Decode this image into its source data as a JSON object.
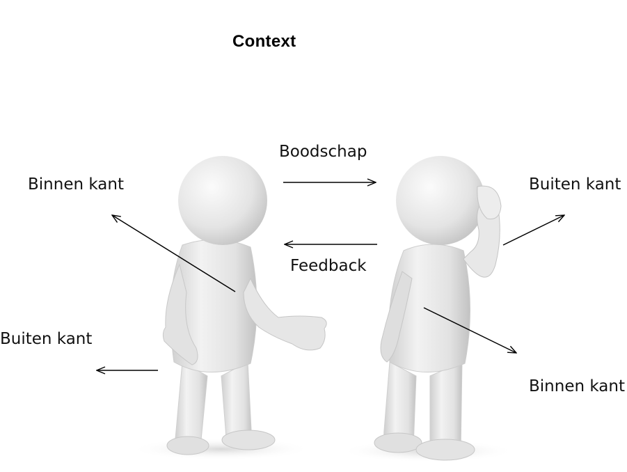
{
  "title": "Context",
  "labels": {
    "binnenkant_left": "Binnen kant",
    "buitenkant_right": "Buiten kant",
    "boodschap": "Boodschap",
    "feedback": "Feedback",
    "buitenkant_left": "Buiten kant",
    "binnenkant_right": "Binnen kant"
  },
  "colors": {
    "figure": "#e6e6e6",
    "figure_shadow": "#bdbdbd",
    "arrow": "#000000",
    "text": "#111111"
  }
}
